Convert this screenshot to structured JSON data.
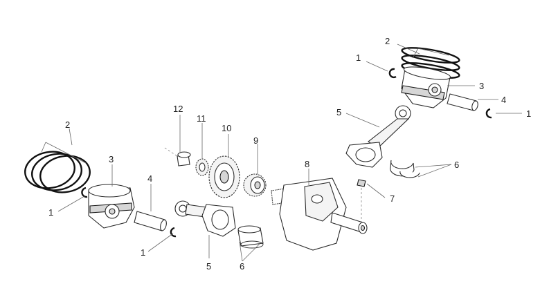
{
  "callouts": [
    {
      "id": "c-2-top",
      "text": "2"
    },
    {
      "id": "c-1-top",
      "text": "1"
    },
    {
      "id": "c-3-top",
      "text": "3"
    },
    {
      "id": "c-4-top",
      "text": "4"
    },
    {
      "id": "c-1-right",
      "text": "1"
    },
    {
      "id": "c-5-top",
      "text": "5"
    },
    {
      "id": "c-6-right",
      "text": "6"
    },
    {
      "id": "c-7",
      "text": "7"
    },
    {
      "id": "c-8",
      "text": "8"
    },
    {
      "id": "c-9",
      "text": "9"
    },
    {
      "id": "c-10",
      "text": "10"
    },
    {
      "id": "c-11",
      "text": "11"
    },
    {
      "id": "c-12",
      "text": "12"
    },
    {
      "id": "c-2-left",
      "text": "2"
    },
    {
      "id": "c-3-left",
      "text": "3"
    },
    {
      "id": "c-4-left",
      "text": "4"
    },
    {
      "id": "c-1-left",
      "text": "1"
    },
    {
      "id": "c-1-bottom",
      "text": "1"
    },
    {
      "id": "c-5-bottom",
      "text": "5"
    },
    {
      "id": "c-6-bottom",
      "text": "6"
    }
  ]
}
